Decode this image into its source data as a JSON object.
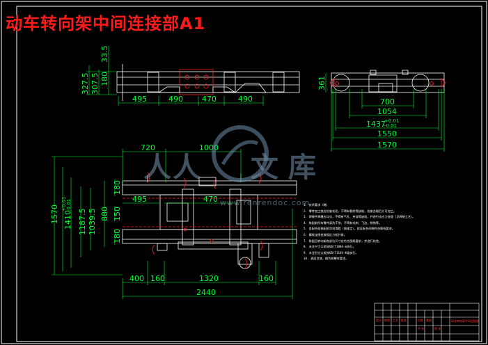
{
  "title": "动车转向架中间连接部A1",
  "dimensions": {
    "top_view": {
      "left_stack": [
        "327.5",
        "307.5",
        "180",
        "33.5"
      ],
      "bottom_row": [
        "495",
        "490",
        "470",
        "490"
      ]
    },
    "side_view": {
      "height": "361",
      "widths": [
        "700",
        "1054",
        "1437",
        "+0.01",
        "-0.01",
        "1550",
        "1570"
      ]
    },
    "main_view": {
      "top_row": [
        "720",
        "1000"
      ],
      "left_stack": [
        "1570",
        "1410",
        "+0.01",
        "-0.01",
        "1187.5",
        "1039.5",
        "880",
        "180",
        "150",
        "180"
      ],
      "inner_row": [
        "495",
        "470"
      ],
      "bottom_row": [
        "400",
        "160",
        "1320",
        "160"
      ],
      "overall_width": "2440"
    }
  },
  "notes": [
    "1. 技术要求（略）",
    "2. 零件加工前应检查毛坯，不得有裂纹等缺陷，检查合格后方可加工。",
    "3. 焊接件焊缝应均匀，不得有气孔、夹渣等缺陷，并进行去应力处理（见焊接工艺）。",
    "4. 装配前所有零件清洗干净，不得有毛刺、飞边、锈蚀等。",
    "5. 各配合面装配前涂润滑脂（按规定），保证配合间隙符合图纸要求。",
    "6. 螺栓连接处按规定力矩拧紧。",
    "7. 装配后转向架各部位尺寸应符合图纸要求，并进行检验。",
    "8. 未注尺寸公差按GB/T1804-m执行。",
    "9. 未注形位公差按GB/T1184-K级执行。",
    "10. 表面涂漆，颜色按整车要求。"
  ],
  "watermark": {
    "chars": [
      "人",
      "人",
      "文",
      "库"
    ],
    "url": "www.renrendoc.com"
  },
  "title_block": {
    "drawing_name": "动车转向架中间连接部",
    "cells": [
      "设计",
      "审核",
      "工艺",
      "批准",
      "比例",
      "重量",
      "共 张",
      "第 张"
    ]
  },
  "colors": {
    "background": "#000000",
    "outline": "#ffffff",
    "dimension": "#00ff33",
    "hidden": "#ff2020",
    "title": "#ff1a1a",
    "watermark": "#6f8fae"
  }
}
